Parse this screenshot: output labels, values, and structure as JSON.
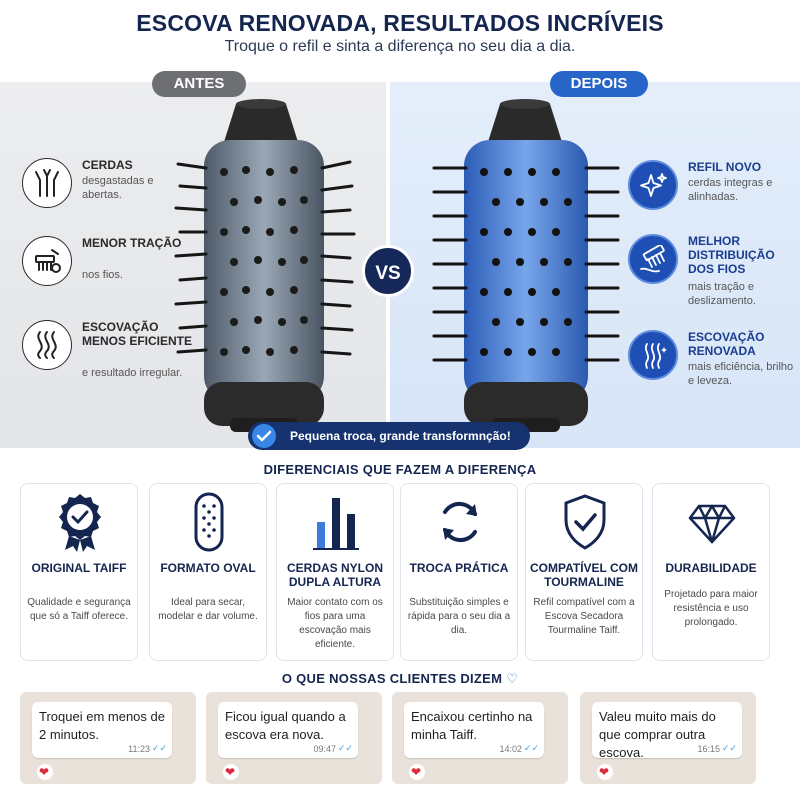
{
  "header": {
    "title": "ESCOVA RENOVADA, RESULTADOS INCRÍVEIS",
    "subtitle": "Troque o refil e sinta a diferença no seu dia a dia."
  },
  "compare": {
    "before_label": "ANTES",
    "after_label": "DEPOIS",
    "vs_label": "VS",
    "banner_text": "Pequena troca, grande transformnção!",
    "before_features": [
      {
        "icon": "worn-bristles-icon",
        "title": "CERDAS",
        "desc": "desgastadas e abertas."
      },
      {
        "icon": "tangled-comb-icon",
        "title": "MENOR TRAÇÃO",
        "desc": "nos fios."
      },
      {
        "icon": "wavy-hair-icon",
        "title": "ESCOVAÇÃO MENOS EFICIENTE",
        "desc": "e resultado irregular."
      }
    ],
    "after_features": [
      {
        "icon": "sparkle-icon",
        "title": "REFIL NOVO",
        "desc": "cerdas integras e alinhadas."
      },
      {
        "icon": "comb-icon",
        "title": "MELHOR DISTRIBUIÇÃO DOS FIOS",
        "desc": "mais tração e deslizamento."
      },
      {
        "icon": "smooth-hair-icon",
        "title": "ESCOVAÇÃO RENOVADA",
        "desc": "mais eficiência, brilho e leveza."
      }
    ],
    "colors": {
      "after_accent": "#2766c8",
      "before_accent": "#6e6f73",
      "navy": "#16285a"
    }
  },
  "differentials": {
    "title": "DIFERENCIAIS QUE FAZEM A DIFERENÇA",
    "cards": [
      {
        "icon": "badge-check-icon",
        "title": "ORIGINAL TAIFF",
        "desc": "Qualidade e segurança que só a Taiff oferece."
      },
      {
        "icon": "oval-brush-icon",
        "title": "FORMATO OVAL",
        "desc": "Ideal para secar, modelar e dar volume."
      },
      {
        "icon": "bar-chart-icon",
        "title": "CERDAS NYLON DUPLA ALTURA",
        "desc": "Maior contato com os fios para uma escovação mais eficiente."
      },
      {
        "icon": "refresh-icon",
        "title": "TROCA PRÁTICA",
        "desc": "Substituição simples e rápida para o seu dia a dia."
      },
      {
        "icon": "shield-check-icon",
        "title": "COMPATÍVEL COM TOURMALINE",
        "desc": "Refil compatível com a Escova Secadora Tourmaline Taiff."
      },
      {
        "icon": "diamond-icon",
        "title": "DURABILIDADE",
        "desc": "Projetado para maior resistência e uso prolongado."
      }
    ]
  },
  "reviews": {
    "title": "O QUE NOSSAS CLIENTES DIZEM",
    "items": [
      {
        "text": "Troquei em menos de 2 minutos.",
        "time": "11:23"
      },
      {
        "text": "Ficou igual quando a escova era nova.",
        "time": "09:47"
      },
      {
        "text": "Encaixou certinho na minha Taiff.",
        "time": "14:02"
      },
      {
        "text": "Valeu muito mais do que comprar outra escova.",
        "time": "16:15"
      }
    ]
  }
}
